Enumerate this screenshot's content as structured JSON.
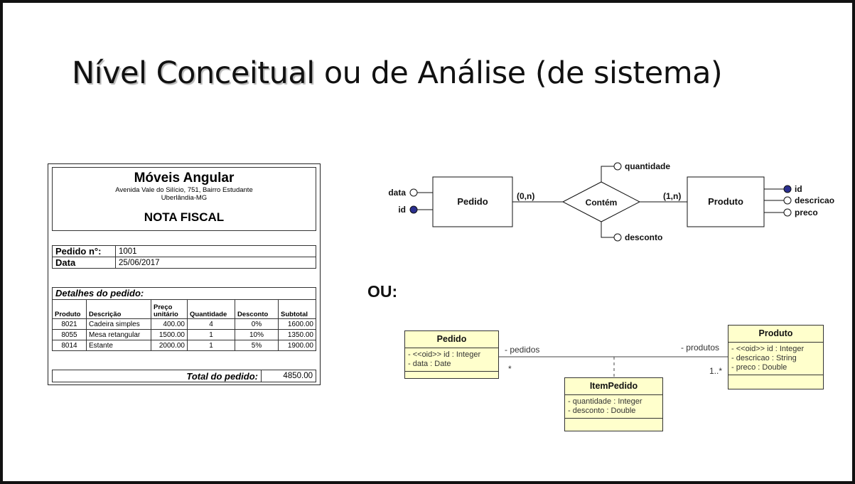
{
  "title": {
    "bold_part": "Nível Conceitual",
    "rest": " ou de Análise (de sistema)"
  },
  "invoice": {
    "company": "Móveis Angular",
    "address": "Avenida Vale do Silício, 751, Bairro Estudante",
    "city": "Uberlândia-MG",
    "doc_title": "NOTA FISCAL",
    "order_label": "Pedido n°:",
    "order_number": "1001",
    "date_label": "Data",
    "date_value": "25/06/2017",
    "details_title": "Detalhes do pedido:",
    "columns": [
      "Produto",
      "Descrição",
      "Preço unitário",
      "Quantidade",
      "Desconto",
      "Subtotal"
    ],
    "rows": [
      [
        "8021",
        "Cadeira simples",
        "400.00",
        "4",
        "0%",
        "1600.00"
      ],
      [
        "8055",
        "Mesa retangular",
        "1500.00",
        "1",
        "10%",
        "1350.00"
      ],
      [
        "8014",
        "Estante",
        "2000.00",
        "1",
        "5%",
        "1900.00"
      ]
    ],
    "total_label": "Total do pedido:",
    "total_value": "4850.00"
  },
  "er": {
    "entity_left": "Pedido",
    "entity_right": "Produto",
    "relationship": "Contém",
    "card_left": "(0,n)",
    "card_right": "(1,n)",
    "left_attrs": [
      {
        "name": "data",
        "identifier": false
      },
      {
        "name": "id",
        "identifier": true
      }
    ],
    "right_attrs": [
      {
        "name": "id",
        "identifier": true
      },
      {
        "name": "descricao",
        "identifier": false
      },
      {
        "name": "preco",
        "identifier": false
      }
    ],
    "rel_attr_top": "quantidade",
    "rel_attr_bottom": "desconto",
    "identifier_color": "#2b2f8f"
  },
  "ou_label": "OU:",
  "uml": {
    "class_fill": "#ffffcc",
    "pedido": {
      "name": "Pedido",
      "attrs": [
        "- <<oid>> id : Integer",
        "- data : Date"
      ]
    },
    "produto": {
      "name": "Produto",
      "attrs": [
        "- <<oid>> id : Integer",
        "- descricao : String",
        "- preco : Double"
      ]
    },
    "itempedido": {
      "name": "ItemPedido",
      "attrs": [
        "- quantidade : Integer",
        "- desconto : Double"
      ]
    },
    "role_left": "- pedidos",
    "role_right": "- produtos",
    "mult_left": "*",
    "mult_right": "1..*"
  }
}
